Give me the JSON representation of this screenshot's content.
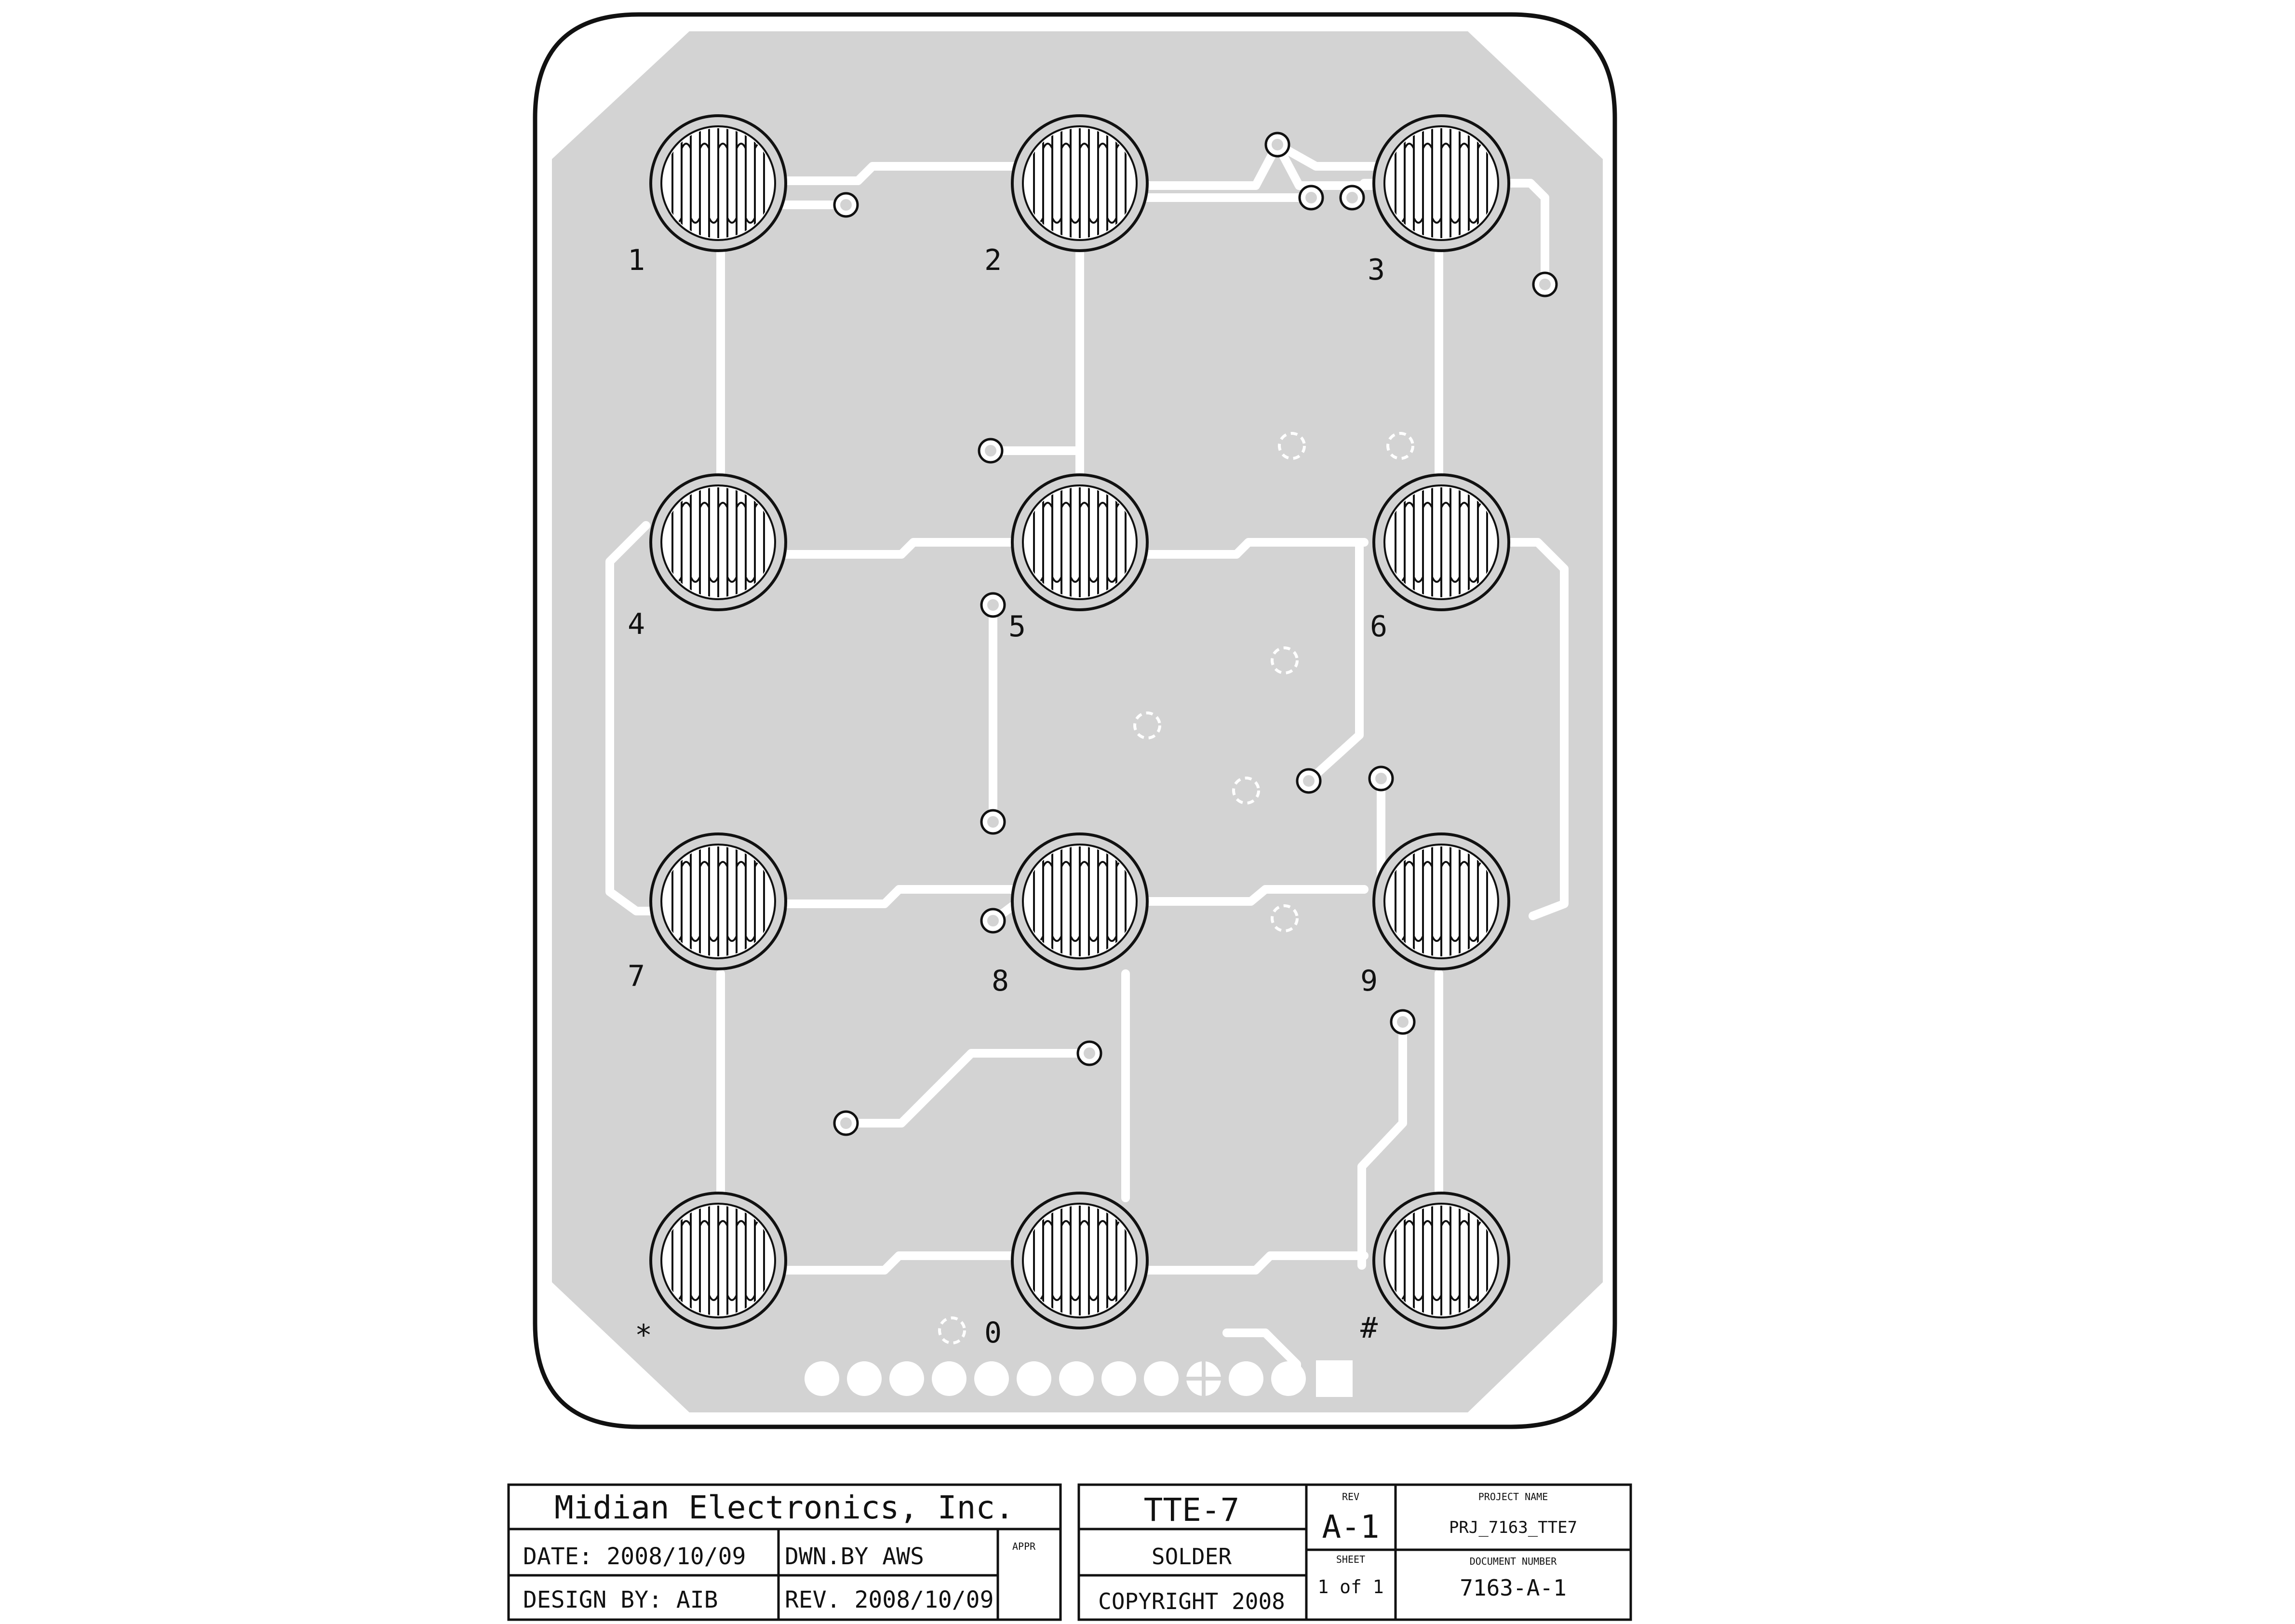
{
  "board": {
    "keys": [
      "1",
      "2",
      "3",
      "4",
      "5",
      "6",
      "7",
      "8",
      "9",
      "*",
      "0",
      "#"
    ],
    "colors": {
      "board": "#d3d3d3",
      "trace": "#ffffff",
      "line": "#111111",
      "background": "#ffffff"
    }
  },
  "title_block": {
    "company": "Midian Electronics, Inc.",
    "date": "DATE:  2008/10/09",
    "drawn_by": "DWN.BY  AWS",
    "appr_label": "APPR",
    "design_by": "DESIGN BY: AIB",
    "revision_date": "REV. 2008/10/09",
    "product": "TTE-7",
    "layer": "SOLDER",
    "copyright": "COPYRIGHT 2008",
    "rev_label": "REV",
    "rev": "A-1",
    "sheet_label": "SHEET",
    "sheet": "1 of 1",
    "project_name_label": "PROJECT NAME",
    "project_name": "PRJ_7163_TTE7",
    "document_number_label": "DOCUMENT NUMBER",
    "document_number": "7163-A-1"
  }
}
